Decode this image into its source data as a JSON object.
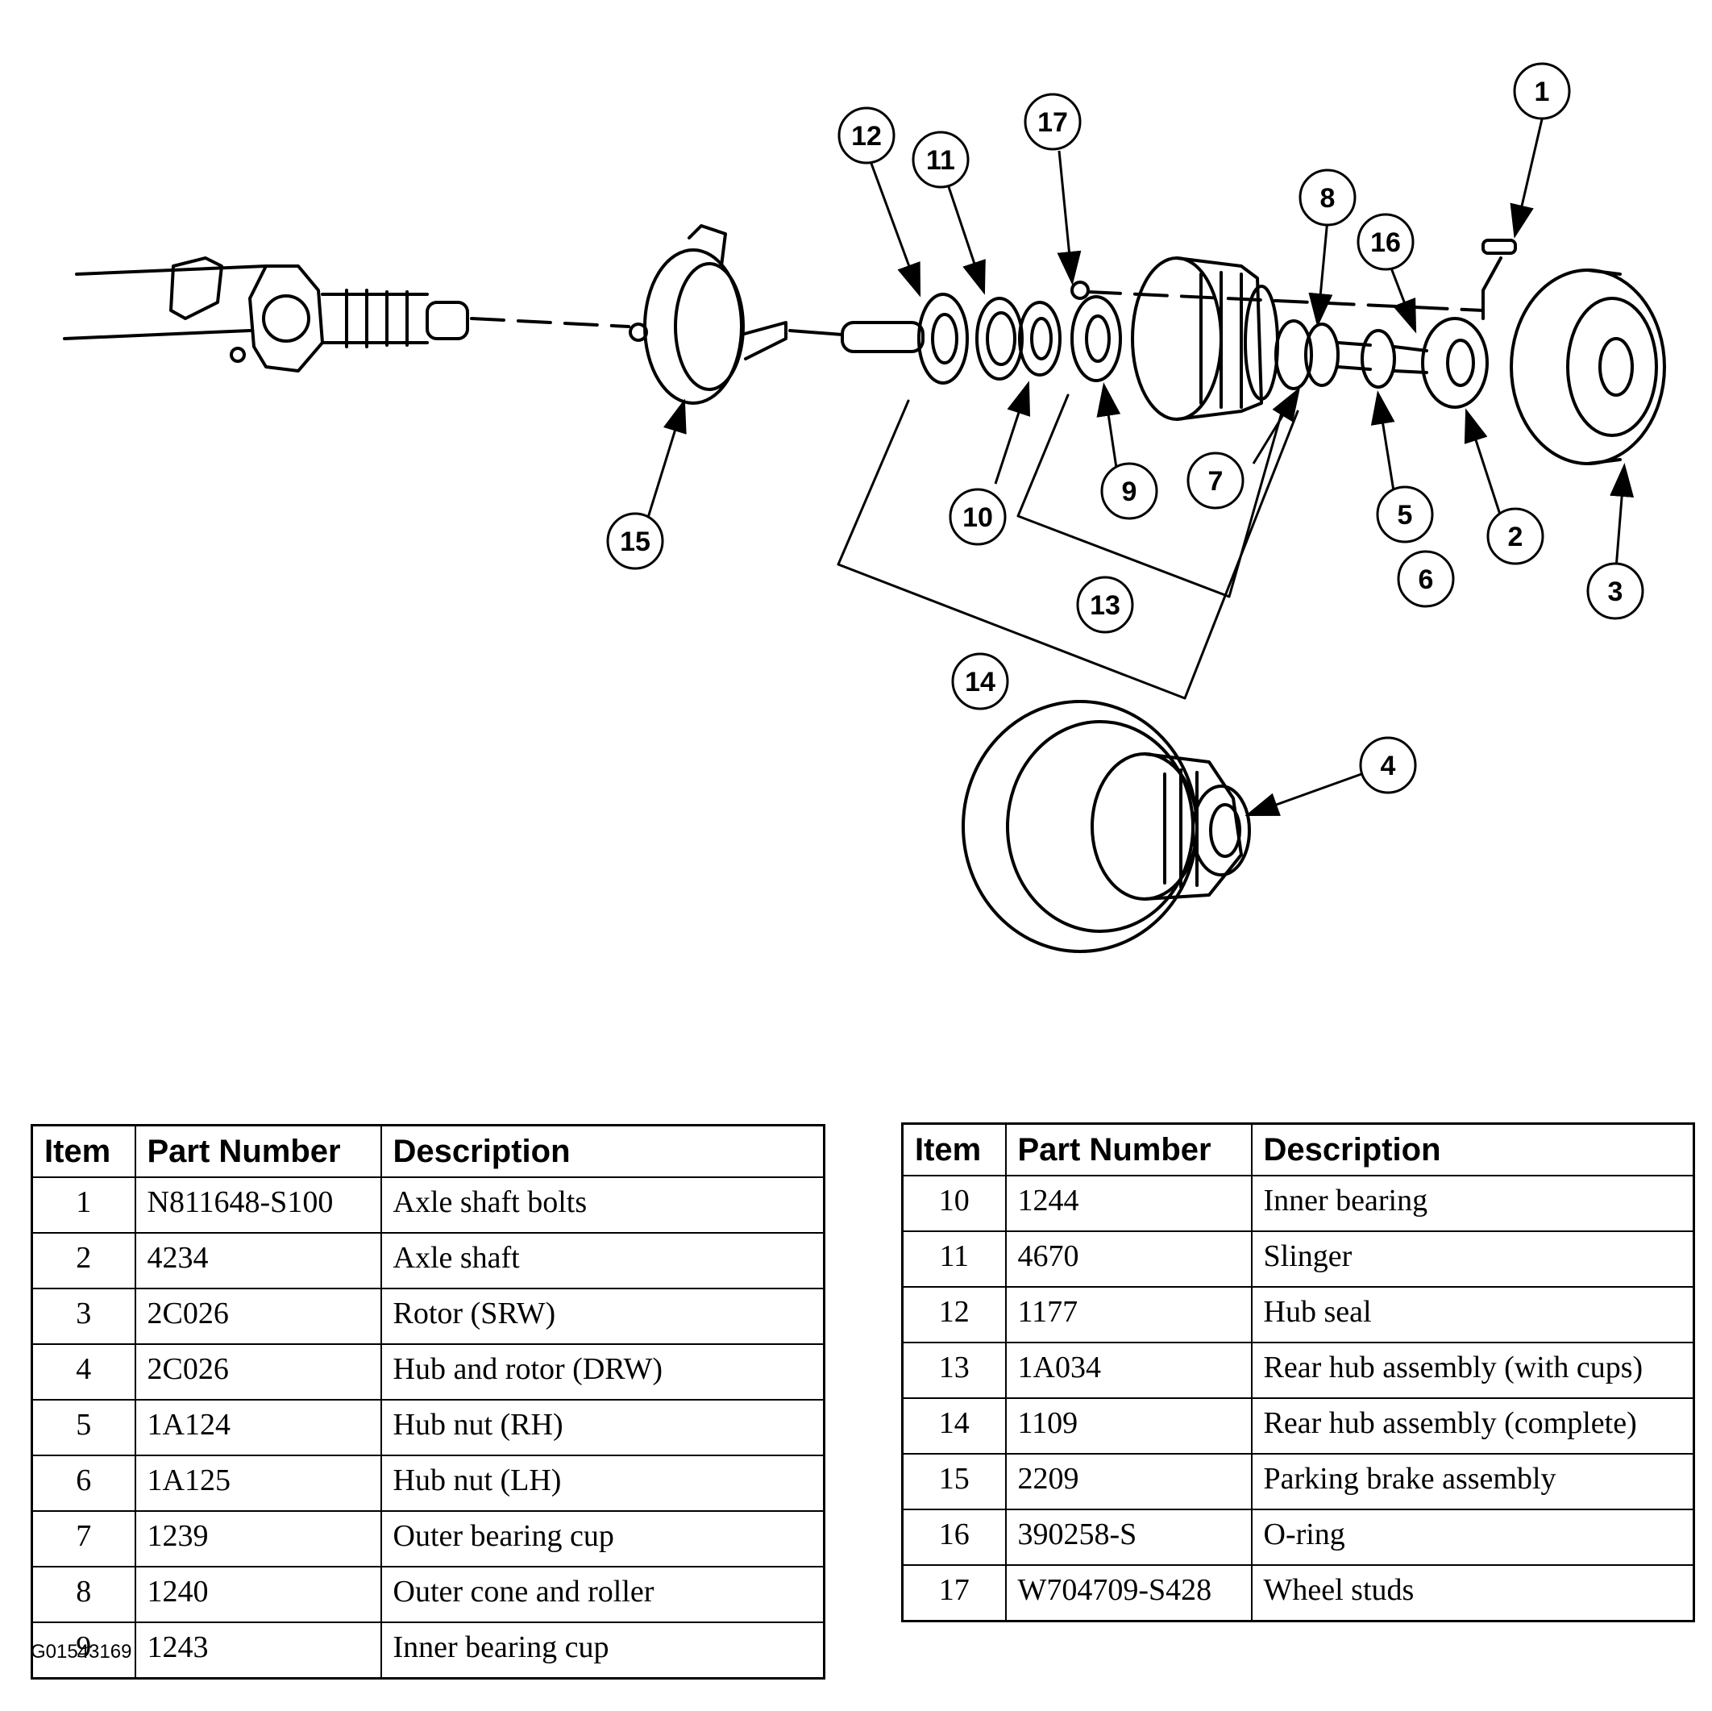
{
  "callouts": [
    "1",
    "2",
    "3",
    "4",
    "5",
    "6",
    "7",
    "8",
    "9",
    "10",
    "11",
    "12",
    "13",
    "14",
    "15",
    "16",
    "17"
  ],
  "table_headers": {
    "item": "Item",
    "part_number": "Part Number",
    "description": "Description"
  },
  "parts_left": [
    {
      "item": "1",
      "part": "N811648-S100",
      "desc": "Axle shaft bolts"
    },
    {
      "item": "2",
      "part": "4234",
      "desc": "Axle shaft"
    },
    {
      "item": "3",
      "part": "2C026",
      "desc": "Rotor (SRW)"
    },
    {
      "item": "4",
      "part": "2C026",
      "desc": "Hub and rotor (DRW)"
    },
    {
      "item": "5",
      "part": "1A124",
      "desc": "Hub nut (RH)"
    },
    {
      "item": "6",
      "part": "1A125",
      "desc": "Hub nut (LH)"
    },
    {
      "item": "7",
      "part": "1239",
      "desc": "Outer bearing cup"
    },
    {
      "item": "8",
      "part": "1240",
      "desc": "Outer cone and roller"
    },
    {
      "item": "9",
      "part": "1243",
      "desc": "Inner bearing cup"
    }
  ],
  "parts_right": [
    {
      "item": "10",
      "part": "1244",
      "desc": "Inner bearing"
    },
    {
      "item": "11",
      "part": "4670",
      "desc": "Slinger"
    },
    {
      "item": "12",
      "part": "1177",
      "desc": "Hub seal"
    },
    {
      "item": "13",
      "part": "1A034",
      "desc": "Rear hub assembly (with cups)"
    },
    {
      "item": "14",
      "part": "1109",
      "desc": "Rear hub assembly (complete)"
    },
    {
      "item": "15",
      "part": "2209",
      "desc": "Parking brake assembly"
    },
    {
      "item": "16",
      "part": "390258-S",
      "desc": "O-ring"
    },
    {
      "item": "17",
      "part": "W704709-S428",
      "desc": "Wheel studs"
    }
  ],
  "figure_id": "G01543169"
}
